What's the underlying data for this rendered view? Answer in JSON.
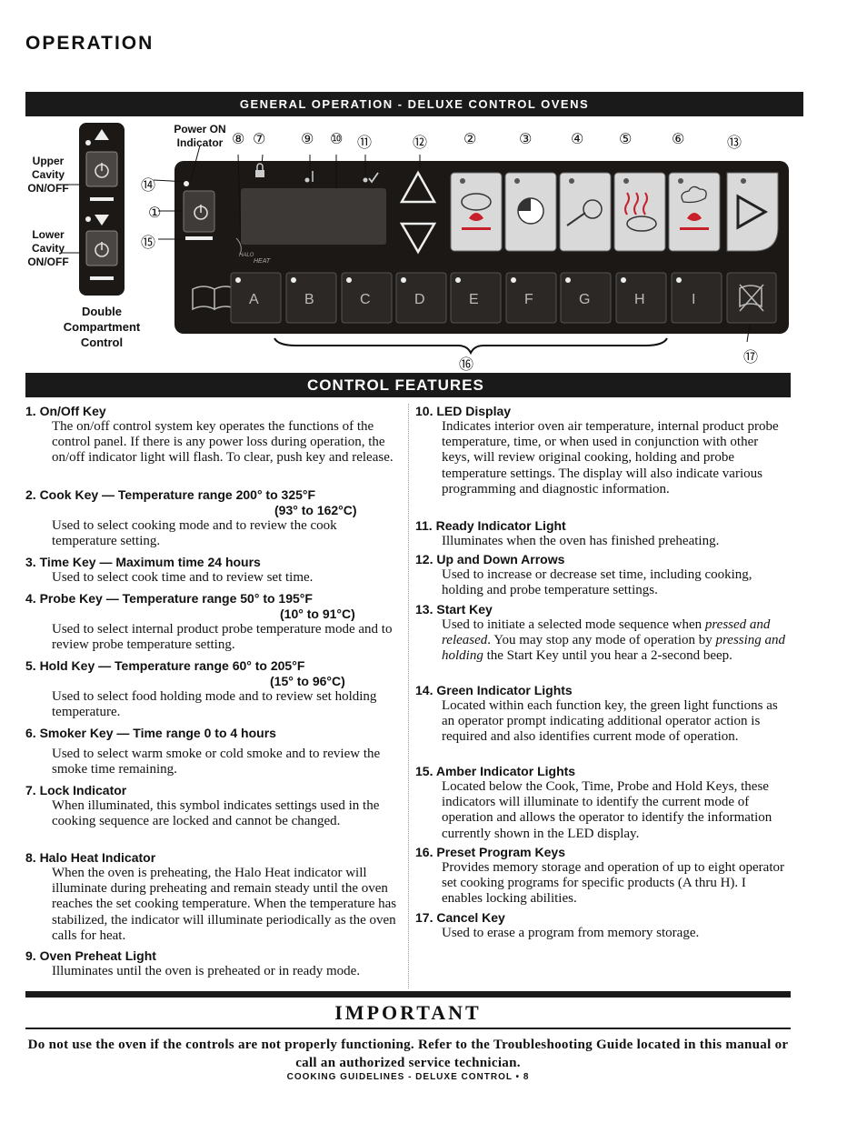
{
  "page_title": "OPERATION",
  "section_general": "GENERAL OPERATION - DELUXE CONTROL OVENS",
  "section_features": "CONTROL FEATURES",
  "diagram": {
    "upper_cavity": [
      "Upper",
      "Cavity",
      "ON/OFF"
    ],
    "lower_cavity": [
      "Lower",
      "Cavity",
      "ON/OFF"
    ],
    "power_on": [
      "Power ON",
      "Indicator"
    ],
    "double_compartment": [
      "Double",
      "Compartment",
      "Control"
    ],
    "halo_heat_logo": [
      "HALO",
      "HEAT"
    ],
    "preset_keys": [
      "A",
      "B",
      "C",
      "D",
      "E",
      "F",
      "G",
      "H",
      "I"
    ],
    "callouts_top": [
      "⑧",
      "⑦",
      "⑨",
      "⑩",
      "⑪",
      "⑫",
      "②",
      "③",
      "④",
      "⑤",
      "⑥",
      "⑬"
    ],
    "callout_14": "⑭",
    "callout_1": "①",
    "callout_15": "⑮",
    "callout_16": "⑯",
    "callout_17": "⑰",
    "colors": {
      "panel": "#1b1815",
      "key": "#3a3633",
      "function_key": "#d9d9d9",
      "red_icon": "#c8202a",
      "band": "#1a1a1a"
    }
  },
  "left_items": [
    {
      "title": "1.    On/Off Key",
      "body": "The on/off control system key operates the functions of the control panel.  If there is any power loss during operation, the on/off indicator light will flash.  To clear, push key and release."
    },
    {
      "title": "2.    Cook Key — Temperature range 200° to 325°F",
      "range2": "(93° to 162°C)",
      "body": "Used to select cooking mode and to review the cook temperature setting."
    },
    {
      "title": "3.    Time Key — Maximum time 24 hours",
      "body": "Used to select cook time and to review set time."
    },
    {
      "title": "4.    Probe Key — Temperature range 50° to 195°F",
      "range2": "(10° to 91°C)",
      "body": "Used to select internal product probe temperature mode and to review probe temperature setting."
    },
    {
      "title": "5.    Hold Key — Temperature range 60° to 205°F",
      "range2": "(15° to 96°C)",
      "body": "Used to select food holding mode and to review set holding temperature."
    },
    {
      "title": "6.  Smoker Key — Time range 0 to 4 hours",
      "body": "Used to select warm smoke or cold smoke and to review the smoke time remaining."
    },
    {
      "title": "7.    Lock Indicator",
      "body": "When illuminated, this symbol indicates settings used in the cooking sequence are locked and cannot be changed."
    },
    {
      "title": "8.    Halo Heat Indicator",
      "body": "When the oven is preheating, the Halo Heat indicator will illuminate during preheating and remain steady until the oven reaches the set cooking temperature. When the temperature has stabilized, the indicator will illuminate periodically as the oven calls for heat."
    },
    {
      "title": "9.    Oven Preheat Light",
      "body": "Illuminates until the oven is preheated or in ready mode."
    }
  ],
  "right_items": [
    {
      "title": "10.  LED Display",
      "body": "Indicates interior oven air temperature, internal product probe temperature, time, or when used in conjunction with other keys, will review original cooking, holding and probe temperature settings.  The display will also indicate various programming and diagnostic information."
    },
    {
      "title": "11.  Ready Indicator Light",
      "body": "Illuminates when the oven has finished preheating."
    },
    {
      "title": "12.  Up and Down Arrows",
      "body": "Used to increase or decrease set time, including cooking, holding and probe temperature settings."
    },
    {
      "title": "13.  Start Key",
      "body_a": "Used to initiate a selected mode sequence when ",
      "em_a": "pressed and released",
      "body_b": ".  You may stop any mode of operation by ",
      "em_b": "pressing and holding",
      "body_c": " the Start Key until you hear a 2-second beep."
    },
    {
      "title": "14.  Green Indicator Lights",
      "body": "Located within each function key, the green light functions as an operator prompt indicating additional operator action is required and also identifies current mode of operation."
    },
    {
      "title": "15.  Amber Indicator Lights",
      "body": "Located below the Cook, Time, Probe and Hold Keys, these indicators will illuminate to identify the current mode of operation and allows the operator to identify the information currently shown in the LED display."
    },
    {
      "title": "16.  Preset Program Keys",
      "body": "Provides memory storage and operation of up to eight operator set cooking programs for specific products (A thru H).  I enables locking abilities."
    },
    {
      "title": "17.  Cancel Key",
      "body": "Used to erase a program from memory storage."
    }
  ],
  "important_heading": "IMPORTANT",
  "important_text": "Do not use the oven if the controls are not properly functioning.  Refer to the Troubleshooting Guide located in this manual or call an authorized service technician.",
  "footer": "COOKING GUIDELINES - DELUXE CONTROL • 8"
}
